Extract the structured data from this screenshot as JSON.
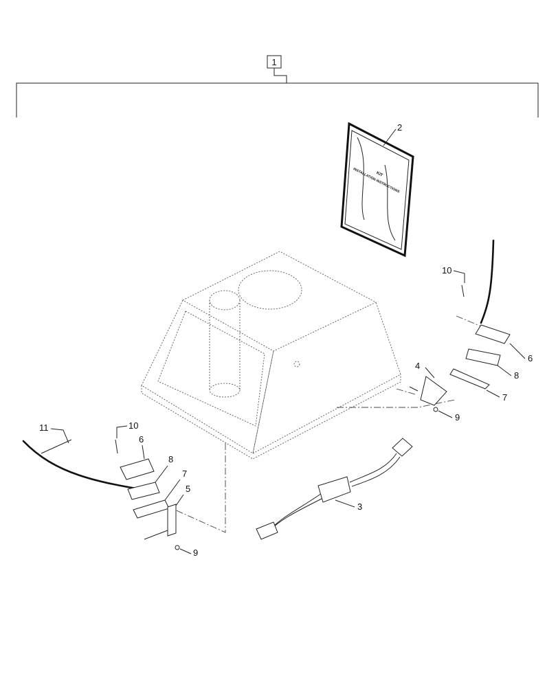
{
  "callouts": {
    "kit": "1",
    "manual": "2",
    "harness": "3",
    "bracket_right": "4",
    "bracket_left": "5",
    "cover_right": "6",
    "cover_left": "6",
    "gasket_right": "8",
    "gasket_left": "8",
    "base_right": "7",
    "base_left": "7",
    "nut_right": "9",
    "nut_left": "9",
    "screw_right": "10",
    "screw_left": "10",
    "cable_tie": "11"
  },
  "manual_cover": {
    "line1": "KIT",
    "line2": "INSTALLATION INSTRUCTIONS"
  }
}
